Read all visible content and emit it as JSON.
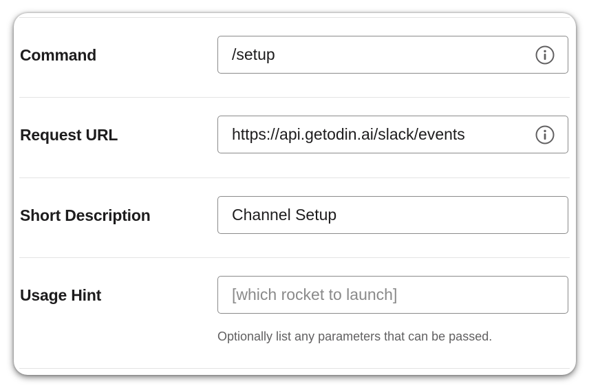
{
  "form": {
    "rows": [
      {
        "label": "Command",
        "value": "/setup",
        "has_info_icon": true
      },
      {
        "label": "Request URL",
        "value": "https://api.getodin.ai/slack/events",
        "has_info_icon": true
      },
      {
        "label": "Short Description",
        "value": "Channel Setup",
        "has_info_icon": false
      },
      {
        "label": "Usage Hint",
        "value": "",
        "placeholder": "[which rocket to launch]",
        "has_info_icon": false,
        "help_text": "Optionally list any parameters that can be passed."
      }
    ]
  },
  "icons": {
    "info": "info-circle-icon"
  },
  "colors": {
    "label": "#1d1c1d",
    "border": "#8a8a8a",
    "placeholder": "#8a8a8a",
    "help": "#616061",
    "divider": "#e3e3e3"
  }
}
